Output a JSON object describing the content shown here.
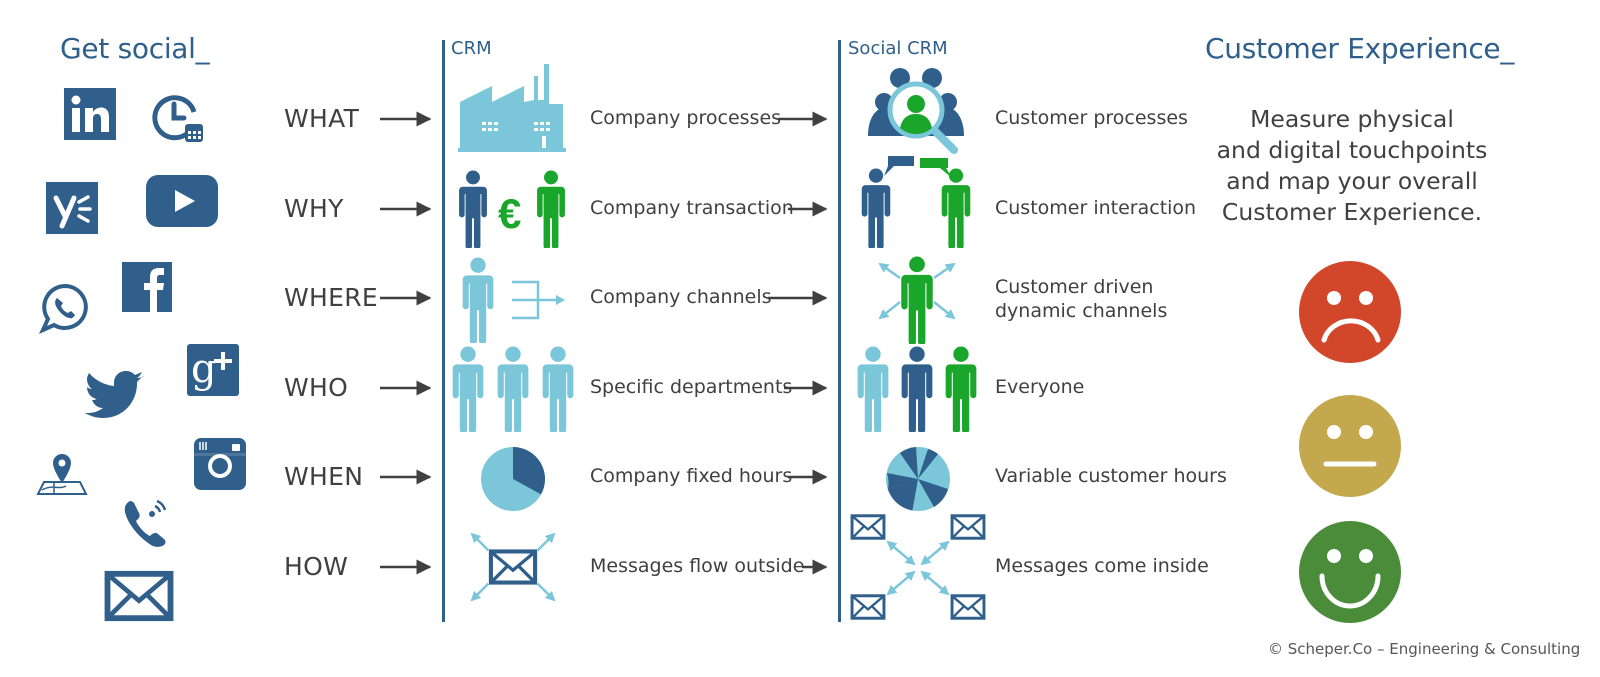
{
  "left_panel": {
    "title": "Get social_",
    "icons": [
      "linkedin-icon",
      "clock-calendar-icon",
      "yammer-icon",
      "youtube-icon",
      "whatsapp-icon",
      "facebook-icon",
      "google-plus-icon",
      "twitter-icon",
      "map-pin-icon",
      "instagram-icon",
      "phone-call-icon",
      "mail-icon"
    ]
  },
  "columns": {
    "crm": "CRM",
    "social_crm": "Social CRM"
  },
  "rows": [
    {
      "question": "WHAT",
      "crm": "Company processes",
      "social": "Customer processes"
    },
    {
      "question": "WHY",
      "crm": "Company transaction",
      "social": "Customer interaction"
    },
    {
      "question": "WHERE",
      "crm": "Company channels",
      "social_line1": "Customer driven",
      "social_line2": "dynamic channels"
    },
    {
      "question": "WHO",
      "crm": "Specific departments",
      "social": "Everyone"
    },
    {
      "question": "WHEN",
      "crm": "Company fixed hours",
      "social": "Variable customer hours"
    },
    {
      "question": "HOW",
      "crm": "Messages flow outside",
      "social": "Messages come inside"
    }
  ],
  "right_panel": {
    "title": "Customer Experience_",
    "description": [
      "Measure physical",
      "and digital touchpoints",
      "and map your overall",
      "Customer Experience."
    ],
    "faces": [
      {
        "name": "sad",
        "color": "#d2462a"
      },
      {
        "name": "neutral",
        "color": "#c4a84e"
      },
      {
        "name": "happy",
        "color": "#4a8c3a"
      }
    ]
  },
  "footer": "© Scheper.Co – Engineering & Consulting",
  "colors": {
    "dark_blue": "#2f5f8a",
    "light_blue": "#7cc6da",
    "green": "#1aa52b",
    "text": "#404040"
  },
  "crm_time_share": 0.33
}
